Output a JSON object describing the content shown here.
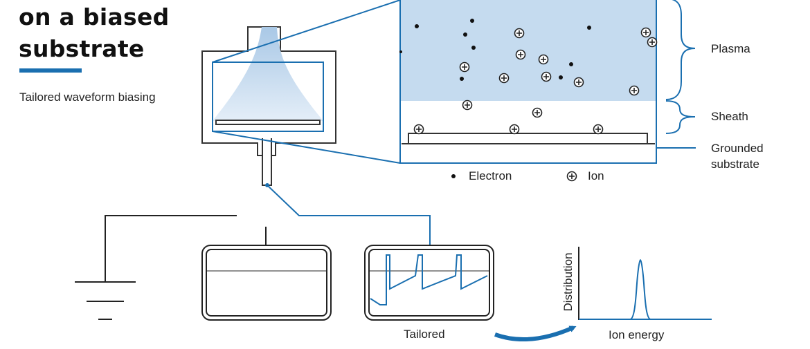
{
  "header": {
    "title_lines": [
      "on a biased",
      "substrate"
    ],
    "subtitle": "Tailored waveform biasing"
  },
  "labels": {
    "plasma": "Plasma",
    "sheath": "Sheath",
    "grounded_substrate_line1": "Grounded",
    "grounded_substrate_line2": "substrate",
    "legend_electron": "Electron",
    "legend_ion": "Ion",
    "waveform_label": "Tailored",
    "y_axis": "Distribution",
    "x_axis": "Ion energy"
  },
  "colors": {
    "accent": "#1a6fb0",
    "plasma_fill": "#c5dbef",
    "outline": "#333333"
  },
  "icons": {
    "electron": "filled-dot",
    "ion": "circled-plus"
  }
}
